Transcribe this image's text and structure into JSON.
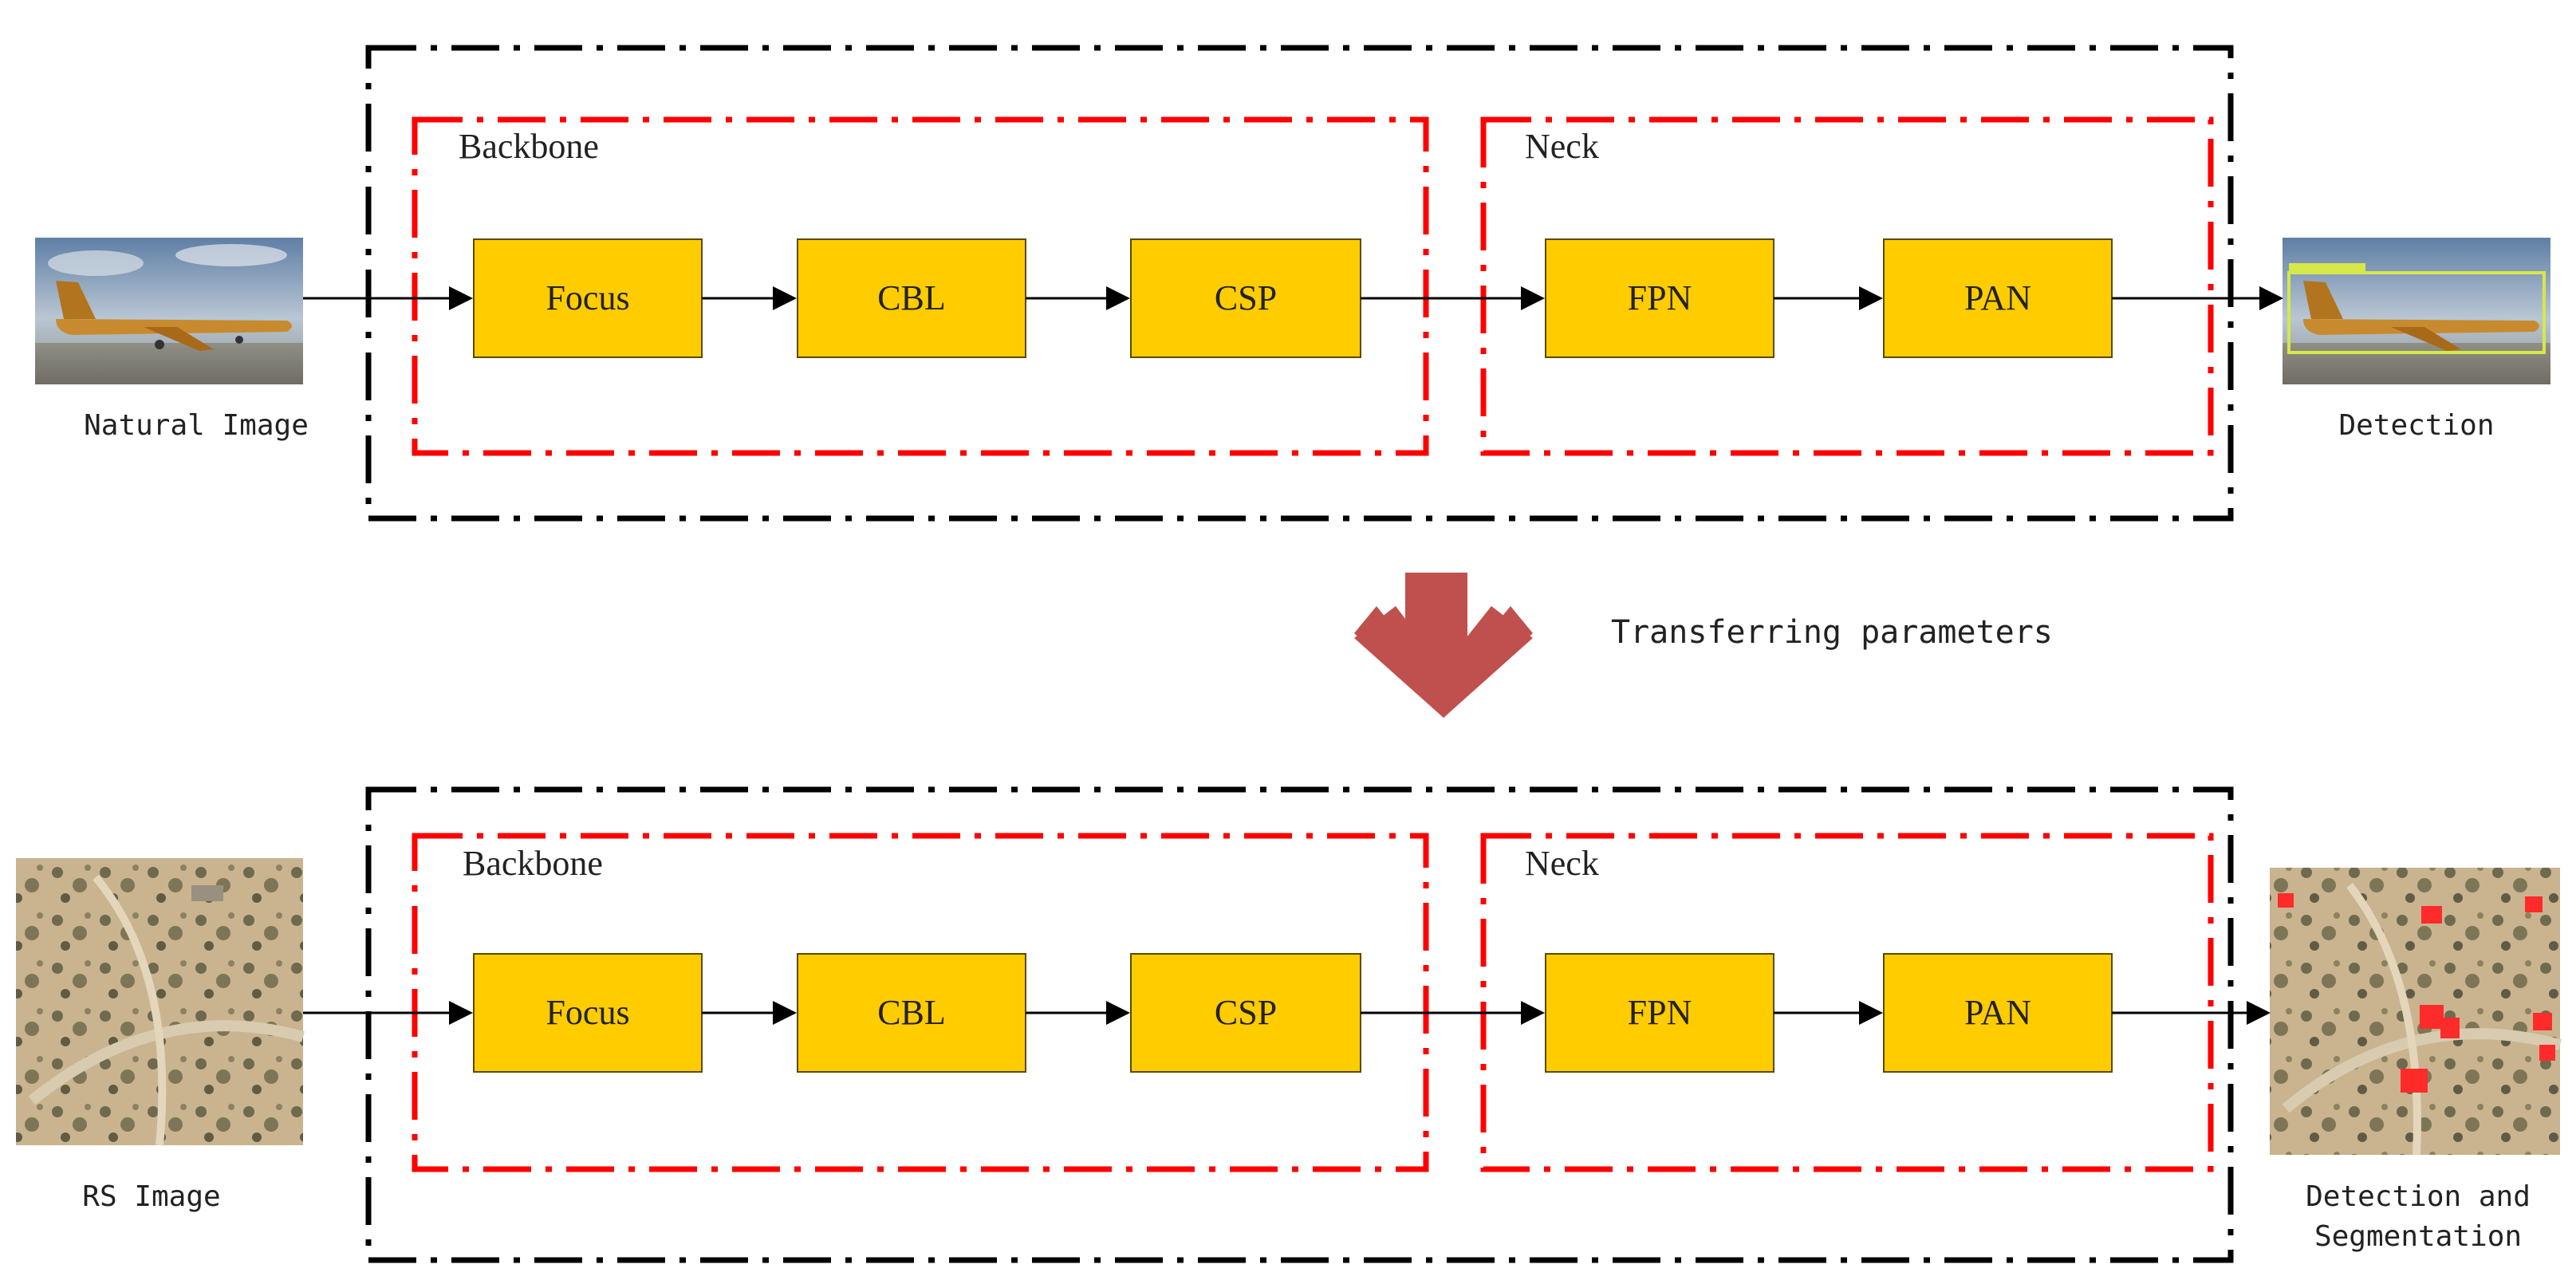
{
  "pipelines": [
    {
      "id": "top",
      "input_label": "Natural Image",
      "output_label": "Detection",
      "output_label_line2": "",
      "groups": {
        "backbone": "Backbone",
        "neck": "Neck"
      },
      "boxes": [
        "Focus",
        "CBL",
        "CSP",
        "FPN",
        "PAN"
      ]
    },
    {
      "id": "bottom",
      "input_label": "RS Image",
      "output_label": "Detection and",
      "output_label_line2": "Segmentation",
      "groups": {
        "backbone": "Backbone",
        "neck": "Neck"
      },
      "boxes": [
        "Focus",
        "CBL",
        "CSP",
        "FPN",
        "PAN"
      ]
    }
  ],
  "transfer": {
    "label": "Transferring parameters"
  },
  "colors": {
    "box_fill": "#FFCC00",
    "box_stroke": "#5a4a00",
    "outer_border": "#000000",
    "group_border": "#FF0000",
    "transfer_arrow": "#C0504D"
  },
  "icons": {
    "input_top": "airplane-photo",
    "output_top": "airplane-detection-photo",
    "input_bottom": "satellite-photo",
    "output_bottom": "satellite-segmentation-photo"
  }
}
